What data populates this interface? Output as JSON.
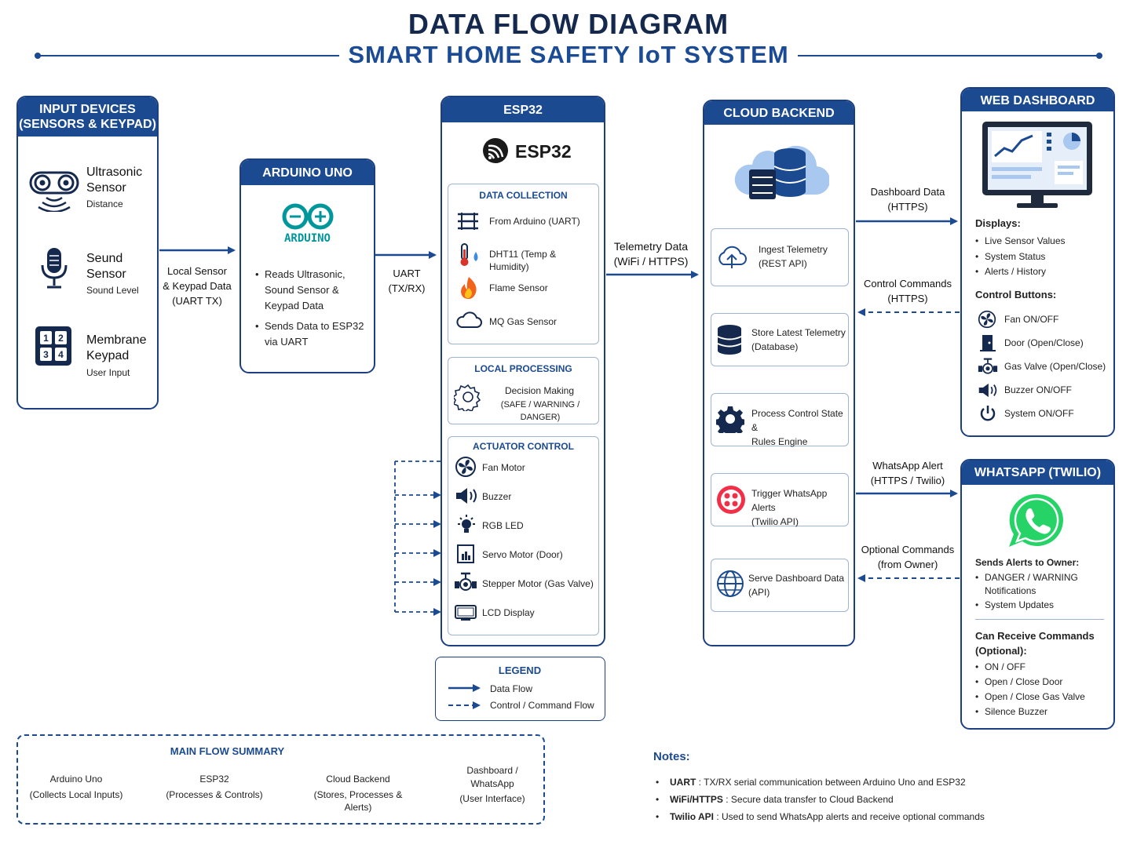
{
  "title": "DATA FLOW DIAGRAM",
  "subtitle": "SMART HOME SAFETY IoT SYSTEM",
  "input_devices": {
    "header": "INPUT DEVICES\n(SENSORS & KEYPAD)",
    "items": [
      {
        "name": "Ultrasonic\nSensor",
        "desc": "Distance"
      },
      {
        "name": "Seund\nSensor",
        "desc": "Sound Level"
      },
      {
        "name": "Membrane\nKeypad",
        "desc": "User Input"
      }
    ],
    "keypad_digits": [
      "1",
      "2",
      "3",
      "4"
    ]
  },
  "arduino": {
    "header": "ARDUINO UNO",
    "logo_text": "ARDUINO",
    "bullets": [
      "Reads Ultrasonic, Sound Sensor & Keypad Data",
      "Sends Data to ESP32 via UART"
    ]
  },
  "esp32": {
    "header": "ESP32",
    "logo_text": "ESP32",
    "data_collection": {
      "title": "DATA COLLECTION",
      "items": [
        "From Arduino (UART)",
        "DHT11 (Temp & Humidity)",
        "Flame Sensor",
        "MQ Gas Sensor"
      ]
    },
    "local_processing": {
      "title": "LOCAL PROCESSING",
      "line1": "Decision Making",
      "line2": "(SAFE / WARNING / DANGER)"
    },
    "actuator_control": {
      "title": "ACTUATOR CONTROL",
      "items": [
        "Fan Motor",
        "Buzzer",
        "RGB LED",
        "Servo Motor (Door)",
        "Stepper Motor (Gas Valve)",
        "LCD Display"
      ]
    }
  },
  "cloud": {
    "header": "CLOUD BACKEND",
    "steps": [
      "Ingest Telemetry\n(REST API)",
      "Store Latest Telemetry\n(Database)",
      "Process Control State &\nRules Engine",
      "Trigger WhatsApp Alerts\n(Twilio API)",
      "Serve Dashboard Data\n(API)"
    ]
  },
  "web_dashboard": {
    "header": "WEB DASHBOARD",
    "displays_title": "Displays:",
    "displays": [
      "Live Sensor Values",
      "System Status",
      "Alerts / History"
    ],
    "controls_title": "Control Buttons:",
    "controls": [
      "Fan ON/OFF",
      "Door (Open/Close)",
      "Gas Valve (Open/Close)",
      "Buzzer ON/OFF",
      "System ON/OFF"
    ]
  },
  "whatsapp": {
    "header": "WHATSAPP (TWILIO)",
    "sends_title": "Sends Alerts to Owner:",
    "sends": [
      "DANGER / WARNING\nNotifications",
      "System Updates"
    ],
    "receive_title": "Can Receive Commands\n(Optional):",
    "receive": [
      "ON / OFF",
      "Open / Close Door",
      "Open / Close Gas Valve",
      "Silence Buzzer"
    ]
  },
  "arrow_labels": {
    "local_sensor": "Local Sensor\n& Keypad Data\n(UART TX)",
    "uart": "UART\n(TX/RX)",
    "telemetry": "Telemetry Data\n(WiFi / HTTPS)",
    "dashboard_data": "Dashboard Data\n(HTTPS)",
    "control_commands": "Control Commands\n(HTTPS)",
    "whatsapp_alert": "WhatsApp Alert\n(HTTPS / Twilio)",
    "optional_commands": "Optional Commands\n(from Owner)"
  },
  "legend": {
    "title": "LEGEND",
    "data_flow": "Data Flow",
    "control_flow": "Control / Command Flow"
  },
  "summary": {
    "title": "MAIN FLOW SUMMARY",
    "steps": [
      {
        "name": "Arduino Uno",
        "desc": "(Collects Local Inputs)"
      },
      {
        "name": "ESP32",
        "desc": "(Processes & Controls)"
      },
      {
        "name": "Cloud Backend",
        "desc": "(Stores, Processes & Alerts)"
      },
      {
        "name": "Dashboard /\nWhatsApp",
        "desc": "(User Interface)"
      }
    ]
  },
  "notes": {
    "title": "Notes:",
    "items": [
      {
        "key": "UART",
        "text": "TX/RX serial communication between Arduino Uno and ESP32"
      },
      {
        "key": "WiFi/HTTPS",
        "text": "Secure data transfer to Cloud Backend"
      },
      {
        "key": "Twilio API",
        "text": "Used to send WhatsApp alerts and receive optional commands"
      }
    ]
  },
  "colors": {
    "navy": "#14294d",
    "primary": "#1b4a91",
    "border": "#1b3f80",
    "sub_border": "#9fb3d3",
    "arduino_teal": "#00979c",
    "flame": "#f2641c",
    "twilio_red": "#f22f46",
    "whatsapp_green": "#25d366"
  },
  "icons": [
    "ultrasonic-icon",
    "microphone-icon",
    "keypad-icon",
    "arduino-logo-icon",
    "esp32-logo-icon",
    "rails-icon",
    "thermometer-icon",
    "flame-icon",
    "cloud-icon",
    "gear-icon",
    "fan-icon",
    "speaker-icon",
    "bulb-icon",
    "door-icon",
    "valve-icon",
    "lcd-icon",
    "cloud-database-icon",
    "upload-cloud-icon",
    "database-icon",
    "twilio-icon",
    "globe-icon",
    "monitor-icon",
    "power-icon",
    "whatsapp-icon"
  ]
}
